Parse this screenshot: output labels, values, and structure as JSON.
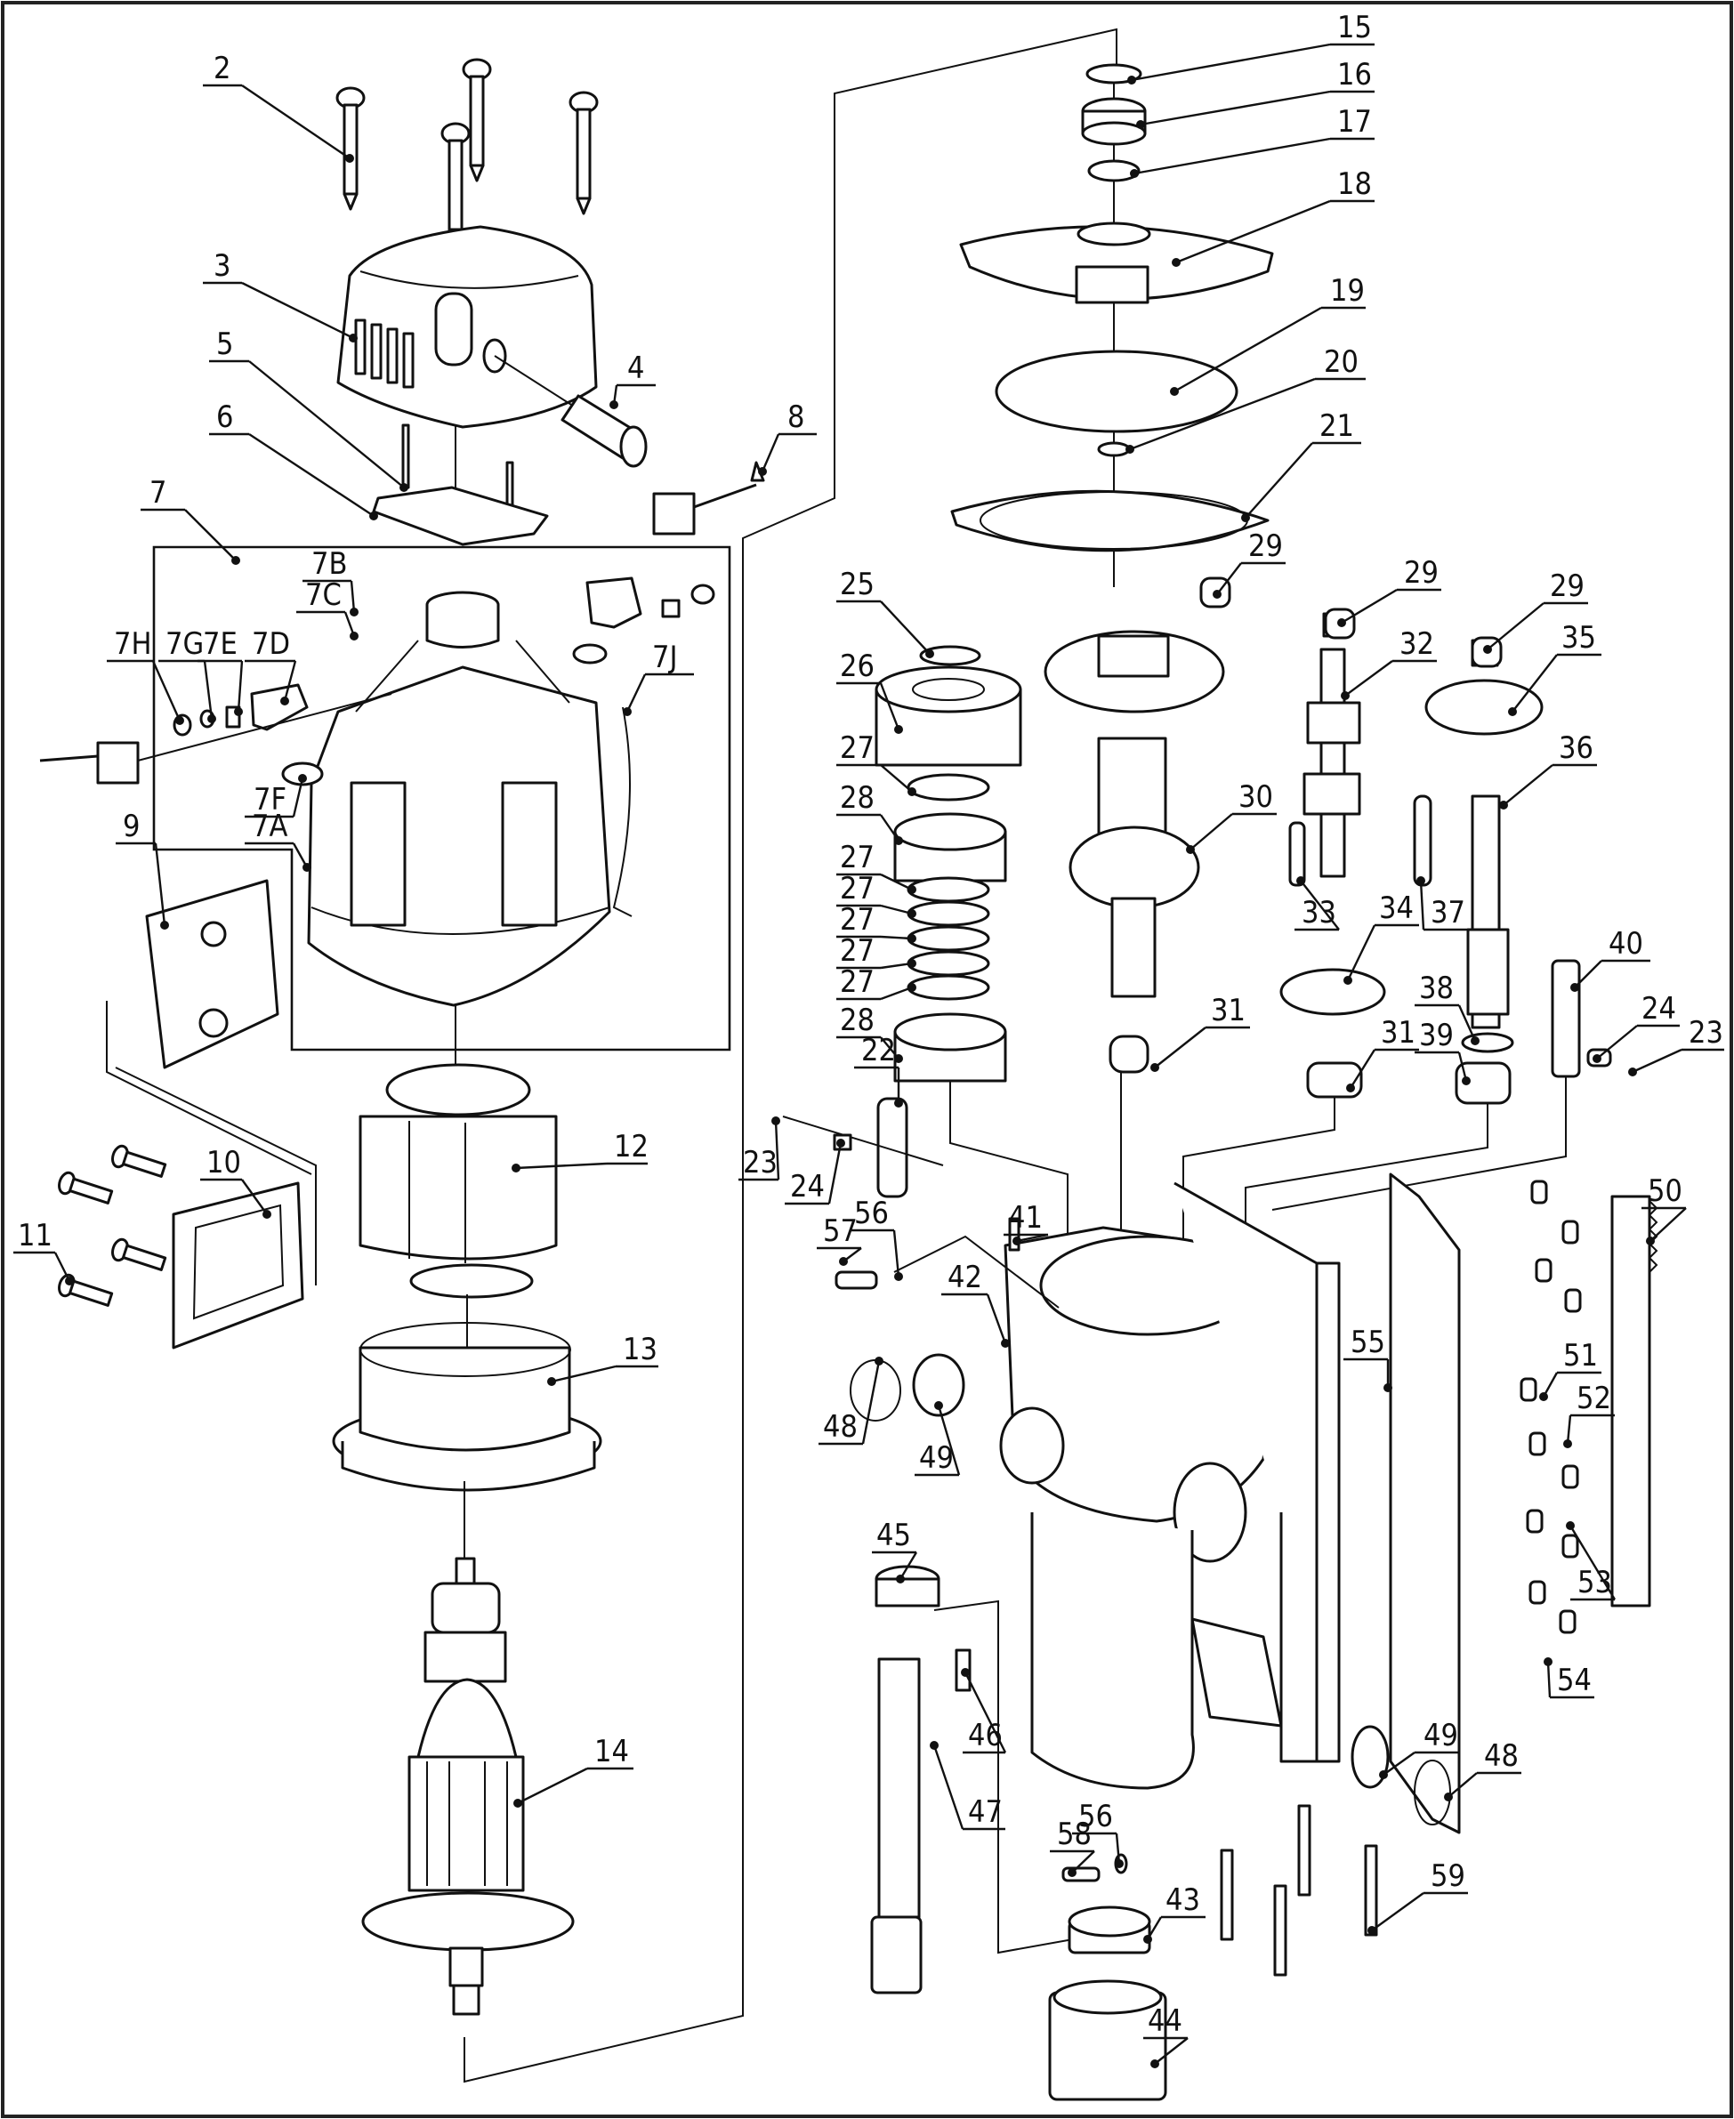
{
  "diagram": {
    "type": "exploded-parts-view",
    "subject": "Magnetic drill / motor and gearbox assembly",
    "callouts": [
      {
        "id": "2",
        "label": "2"
      },
      {
        "id": "3",
        "label": "3"
      },
      {
        "id": "4",
        "label": "4"
      },
      {
        "id": "5",
        "label": "5"
      },
      {
        "id": "6",
        "label": "6"
      },
      {
        "id": "7",
        "label": "7"
      },
      {
        "id": "7A",
        "label": "7A"
      },
      {
        "id": "7B",
        "label": "7B"
      },
      {
        "id": "7C",
        "label": "7C"
      },
      {
        "id": "7D",
        "label": "7D"
      },
      {
        "id": "7E",
        "label": "7E"
      },
      {
        "id": "7F",
        "label": "7F"
      },
      {
        "id": "7G",
        "label": "7G"
      },
      {
        "id": "7H",
        "label": "7H"
      },
      {
        "id": "7J",
        "label": "7J"
      },
      {
        "id": "8",
        "label": "8"
      },
      {
        "id": "9",
        "label": "9"
      },
      {
        "id": "10",
        "label": "10"
      },
      {
        "id": "11",
        "label": "11"
      },
      {
        "id": "12",
        "label": "12"
      },
      {
        "id": "13",
        "label": "13"
      },
      {
        "id": "14",
        "label": "14"
      },
      {
        "id": "15",
        "label": "15"
      },
      {
        "id": "16",
        "label": "16"
      },
      {
        "id": "17",
        "label": "17"
      },
      {
        "id": "18",
        "label": "18"
      },
      {
        "id": "19",
        "label": "19"
      },
      {
        "id": "20",
        "label": "20"
      },
      {
        "id": "21",
        "label": "21"
      },
      {
        "id": "22",
        "label": "22"
      },
      {
        "id": "23a",
        "label": "23"
      },
      {
        "id": "23b",
        "label": "23"
      },
      {
        "id": "24a",
        "label": "24"
      },
      {
        "id": "24b",
        "label": "24"
      },
      {
        "id": "25",
        "label": "25"
      },
      {
        "id": "26",
        "label": "26"
      },
      {
        "id": "27a",
        "label": "27"
      },
      {
        "id": "27b",
        "label": "27"
      },
      {
        "id": "27c",
        "label": "27"
      },
      {
        "id": "27d",
        "label": "27"
      },
      {
        "id": "27e",
        "label": "27"
      },
      {
        "id": "27f",
        "label": "27"
      },
      {
        "id": "28a",
        "label": "28"
      },
      {
        "id": "28b",
        "label": "28"
      },
      {
        "id": "29a",
        "label": "29"
      },
      {
        "id": "29b",
        "label": "29"
      },
      {
        "id": "29c",
        "label": "29"
      },
      {
        "id": "30",
        "label": "30"
      },
      {
        "id": "31a",
        "label": "31"
      },
      {
        "id": "31b",
        "label": "31"
      },
      {
        "id": "32",
        "label": "32"
      },
      {
        "id": "33",
        "label": "33"
      },
      {
        "id": "34",
        "label": "34"
      },
      {
        "id": "35",
        "label": "35"
      },
      {
        "id": "36",
        "label": "36"
      },
      {
        "id": "37",
        "label": "37"
      },
      {
        "id": "38",
        "label": "38"
      },
      {
        "id": "39",
        "label": "39"
      },
      {
        "id": "40",
        "label": "40"
      },
      {
        "id": "41",
        "label": "41"
      },
      {
        "id": "42",
        "label": "42"
      },
      {
        "id": "43",
        "label": "43"
      },
      {
        "id": "44",
        "label": "44"
      },
      {
        "id": "45",
        "label": "45"
      },
      {
        "id": "46",
        "label": "46"
      },
      {
        "id": "47",
        "label": "47"
      },
      {
        "id": "48a",
        "label": "48"
      },
      {
        "id": "48b",
        "label": "48"
      },
      {
        "id": "49a",
        "label": "49"
      },
      {
        "id": "49b",
        "label": "49"
      },
      {
        "id": "50",
        "label": "50"
      },
      {
        "id": "51",
        "label": "51"
      },
      {
        "id": "52",
        "label": "52"
      },
      {
        "id": "53",
        "label": "53"
      },
      {
        "id": "54",
        "label": "54"
      },
      {
        "id": "55",
        "label": "55"
      },
      {
        "id": "56a",
        "label": "56"
      },
      {
        "id": "56b",
        "label": "56"
      },
      {
        "id": "57",
        "label": "57"
      },
      {
        "id": "58",
        "label": "58"
      },
      {
        "id": "59",
        "label": "59"
      }
    ]
  }
}
